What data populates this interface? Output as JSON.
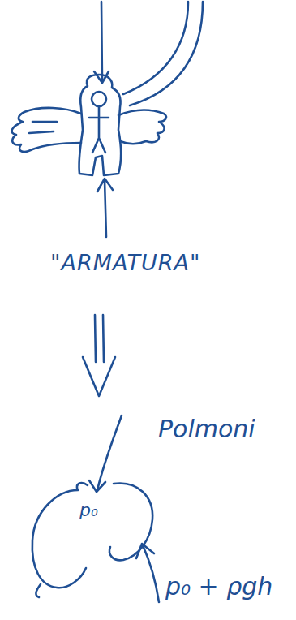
{
  "diagram": {
    "nodes": [
      {
        "text": [
          "Polmoni",
          "p₀"
        ]
      }
    ],
    "labels": [
      "\"ARMATURA\"",
      "p₀ + ρgh"
    ]
  }
}
